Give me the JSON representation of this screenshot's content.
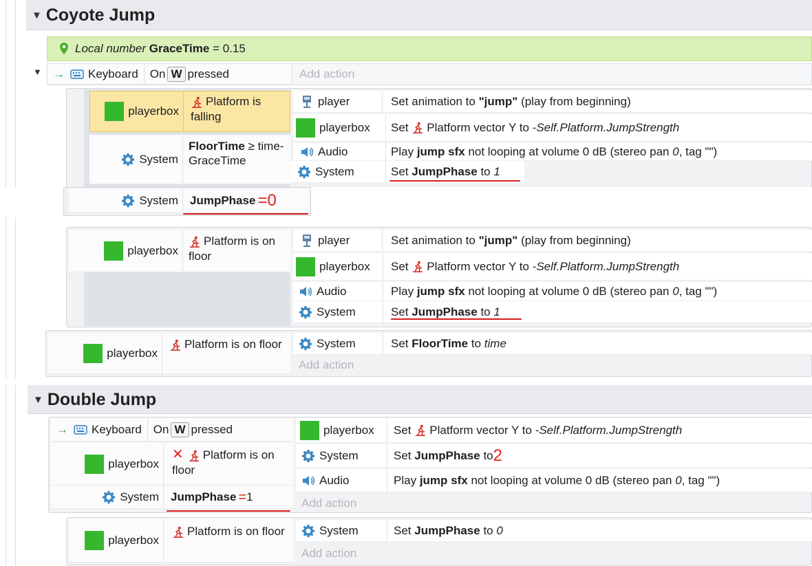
{
  "groups": {
    "coyote": {
      "title": "Coyote Jump"
    },
    "double": {
      "title": "Double Jump"
    }
  },
  "local_var": {
    "prefix": "Local number",
    "name": "GraceTime",
    "rest": "= 0.15"
  },
  "common": {
    "keyboard": "Keyboard",
    "on": "On",
    "key": "W",
    "pressed": "pressed",
    "add_action": "Add action",
    "playerbox": "playerbox",
    "player": "player",
    "system": "System",
    "audio": "Audio"
  },
  "coyote": {
    "c1_text": "Platform is falling",
    "c2_line1": "FloorTime",
    "c2_rest": "≥ time-GraceTime",
    "c3_var": "JumpPhase",
    "c3_annot": "=0",
    "a1_pre": "Set animation to",
    "a1_val": "\"jump\"",
    "a1_post": "(play from beginning)",
    "a2_pre": "Set",
    "a2_mid": "Platform vector Y to",
    "a2_val": "-Self.Platform.JumpStrength",
    "a3_pre": "Play",
    "a3_sfx": "jump sfx",
    "a3_mid": "not looping at volume 0 dB (stereo pan",
    "a3_pan": "0",
    "a3_post": ", tag \"\")",
    "a4_pre": "Set",
    "a4_var": "JumpPhase",
    "a4_to": "to",
    "a4_val": "1",
    "b_cond": "Platform is on floor",
    "f_cond": "Platform is on floor",
    "f_act_pre": "Set",
    "f_act_var": "FloorTime",
    "f_act_to": "to",
    "f_act_val": "time"
  },
  "double": {
    "c2_text": "Platform is on floor",
    "c3_var": "JumpPhase",
    "c3_annot": "=",
    "c3_val": "1",
    "a2_val": "2",
    "r_cond": "Platform is on floor",
    "r_act_val": "0"
  }
}
